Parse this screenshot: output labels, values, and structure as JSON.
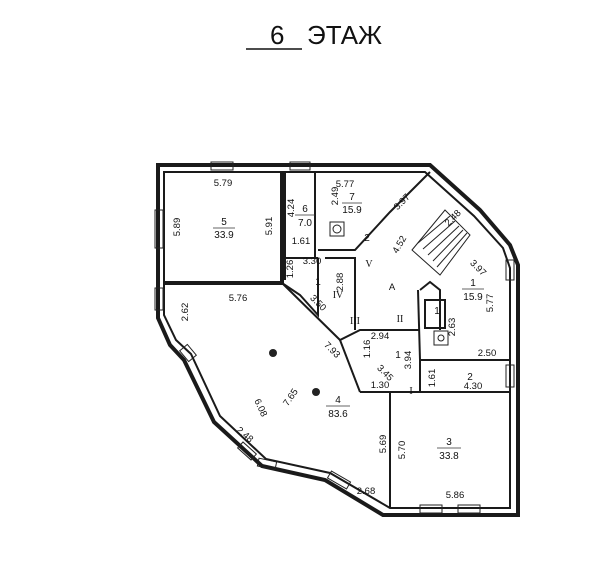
{
  "floor_title": {
    "number": "6",
    "word": "ЭТАЖ"
  },
  "rooms": [
    {
      "id": "room-5",
      "number": "5",
      "area": "33.9"
    },
    {
      "id": "room-6",
      "number": "6",
      "area": "7.0"
    },
    {
      "id": "room-7",
      "number": "7",
      "area": "15.9"
    },
    {
      "id": "room-1-top",
      "number": "1",
      "area": "15.9"
    },
    {
      "id": "room-4",
      "number": "4",
      "area": "83.6"
    },
    {
      "id": "room-3",
      "number": "3",
      "area": "33.8"
    },
    {
      "id": "room-2",
      "number": "2",
      "area": ""
    },
    {
      "id": "room-1-small",
      "number": "1",
      "area": ""
    },
    {
      "id": "room-1-mid",
      "number": "1",
      "area": ""
    },
    {
      "id": "room-2-bath",
      "number": "2",
      "area": ""
    },
    {
      "id": "room-1-bath",
      "number": "1",
      "area": ""
    }
  ],
  "zones": [
    "I",
    "II",
    "III",
    "IV",
    "V",
    "A"
  ],
  "dimensions": [
    "5.79",
    "5.89",
    "5.91",
    "4.24",
    "1.61",
    "5.77",
    "2.49",
    "3.97",
    "2.48",
    "4.52",
    "3.30",
    "1.26",
    "2.88",
    "3.50",
    "3.97",
    "5.77",
    "5.76",
    "2.62",
    "7.93",
    "2.94",
    "1.16",
    "2.63",
    "3.94",
    "3.45",
    "2.50",
    "1.61",
    "1.30",
    "4.30",
    "7.65",
    "6.08",
    "2.48",
    "5.69",
    "5.70",
    "2.68",
    "5.86"
  ]
}
